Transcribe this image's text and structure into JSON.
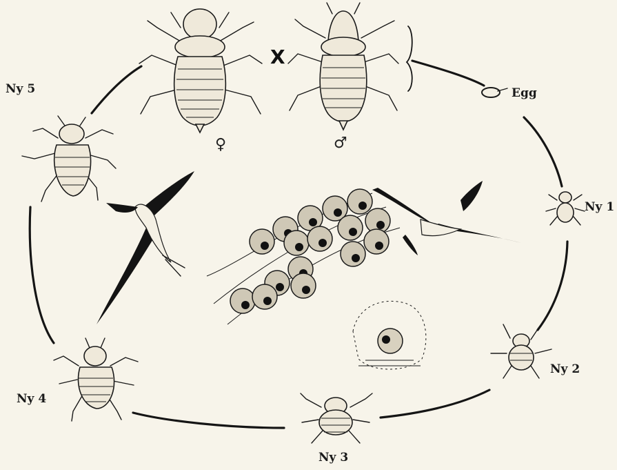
{
  "labels": {
    "egg": "Egg",
    "ny1": "Ny 1",
    "ny2": "Ny 2",
    "ny3": "Ny 3",
    "ny4": "Ny 4",
    "ny5": "Ny 5",
    "cross": "X",
    "female": "♀",
    "male": "♂"
  }
}
